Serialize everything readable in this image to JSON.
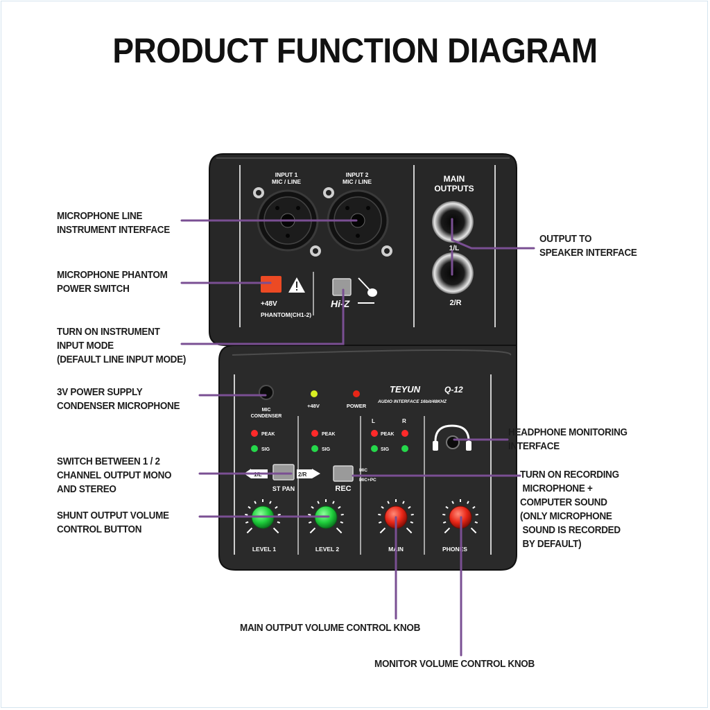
{
  "title": "PRODUCT FUNCTION DIAGRAM",
  "annotations": {
    "mic_line": "MICROPHONE LINE\nINSTRUMENT INTERFACE",
    "phantom": "MICROPHONE PHANTOM\nPOWER SWITCH",
    "instrument": "TURN ON INSTRUMENT\nINPUT MODE\n(DEFAULT LINE INPUT MODE)",
    "power3v": "3V POWER SUPPLY\nCONDENSER MICROPHONE",
    "mono_stereo": "SWITCH BETWEEN 1 / 2\nCHANNEL OUTPUT MONO\nAND STEREO",
    "shunt": "SHUNT OUTPUT VOLUME\nCONTROL BUTTON",
    "output_speaker": "OUTPUT TO\nSPEAKER INTERFACE",
    "headphone": "HEADPHONE MONITORING\nINTERFACE",
    "recording": "TURN ON RECORDING\n MICROPHONE +\nCOMPUTER SOUND\n(ONLY MICROPHONE\n SOUND IS RECORDED\n BY DEFAULT)",
    "main_knob": "MAIN OUTPUT VOLUME CONTROL KNOB",
    "monitor_knob": "MONITOR VOLUME CONTROL KNOB"
  },
  "device": {
    "input1": "INPUT 1",
    "input2": "INPUT 2",
    "mic_line": "MIC / LINE",
    "main": "MAIN",
    "outputs": "OUTPUTS",
    "out_l": "1/L",
    "out_r": "2/R",
    "plus48": "+48V",
    "phantom": "PHANTOM(CH1-2)",
    "hiz": "Hi-Z",
    "brand": "TEYUN",
    "model": "Q-12",
    "subtitle": "AUDIO INTERFACE 16bit/48KHZ",
    "led_48v": "+48V",
    "led_power": "POWER",
    "mic_condenser_1": "MIC",
    "mic_condenser_2": "CONDENSER",
    "peak": "PEAK",
    "sig": "SIG",
    "l": "L",
    "r": "R",
    "st_1l": "1/L",
    "st_2r": "2/R",
    "st_pan": "ST PAN",
    "rec": "REC",
    "rec_mic": "MIC",
    "rec_micpc": "MIC+PC",
    "level1": "LEVEL 1",
    "level2": "LEVEL 2",
    "main_knob": "MAIN",
    "phones": "PHONES"
  },
  "colors": {
    "callout_line": "#7a4f93",
    "body": "#262626",
    "knob_green": "#1fcf3c",
    "knob_red": "#e82617",
    "switch_red": "#ec4a24"
  }
}
